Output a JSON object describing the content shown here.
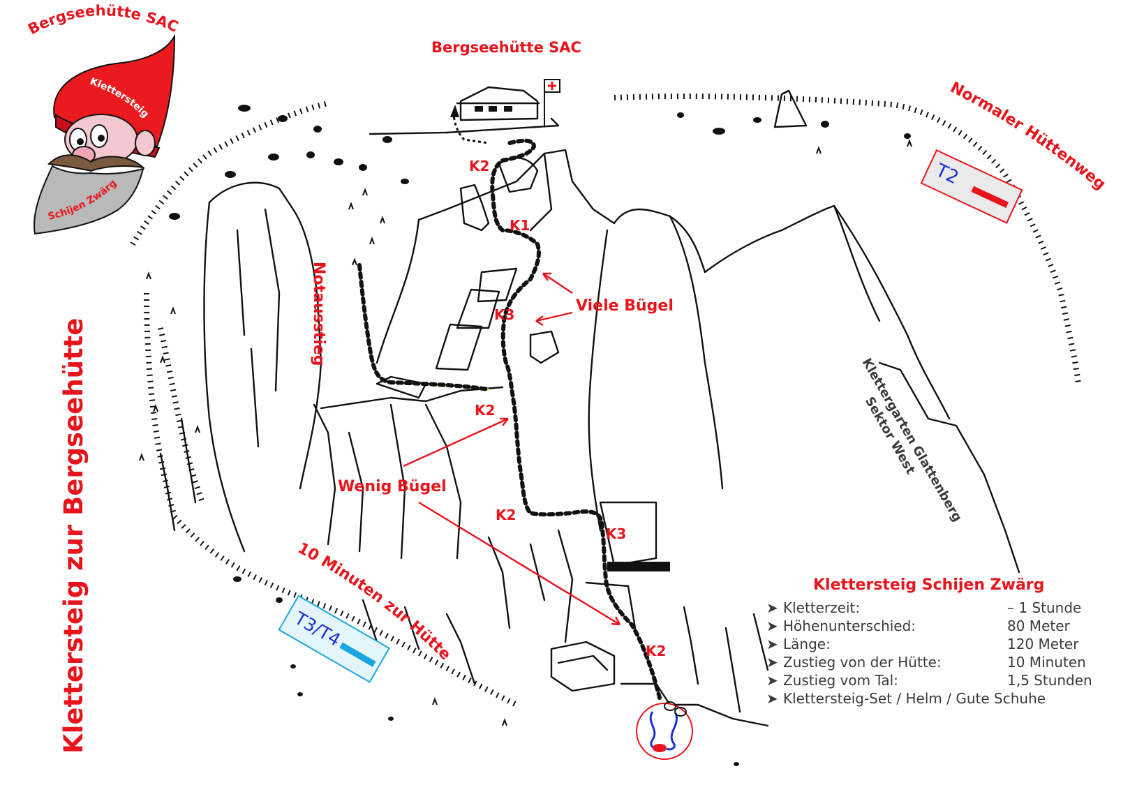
{
  "colors": {
    "accent_red": "#e8141b",
    "ink": "#111111",
    "info_text": "#3a3a3a",
    "blue": "#1a2fd6",
    "cyan": "#1aa7e0",
    "emergency_yellow": "#f2e200"
  },
  "gnome": {
    "arc_text": "Bergseehütte SAC",
    "hat_text": "Klettersteig",
    "beard_text": "Schijen Zwärg"
  },
  "hut_label": "Bergseehütte SAC",
  "vertical_title": "Klettersteig zur Bergseehütte",
  "normal_route_label": "Normaler Hüttenweg",
  "t2_badge": "T2",
  "t3t4_badge": "T3/T4",
  "ten_minutes_label": "10 Minuten zur Hütte",
  "emergency_exit_label": "Notausstieg",
  "crag_label_line1": "Klettergarten Glattenberg",
  "crag_label_line2": "Sektor West",
  "viele_buegel": "Viele Bügel",
  "wenig_buegel": "Wenig Bügel",
  "grades": {
    "k2_top": "K2",
    "k1": "K1",
    "k3_upper": "K3",
    "k2_mid": "K2",
    "k2_lower": "K2",
    "k3_lower": "K3",
    "k2_bottom": "K2"
  },
  "info": {
    "title": "Klettersteig Schijen Zwärg",
    "rows": [
      {
        "label": "Kletterzeit:",
        "value": "– 1 Stunde"
      },
      {
        "label": "Höhenunterschied:",
        "value": "80 Meter"
      },
      {
        "label": "Länge:",
        "value": "120 Meter"
      },
      {
        "label": "Zustieg von der Hütte:",
        "value": "10 Minuten"
      },
      {
        "label": "Zustieg vom Tal:",
        "value": "1,5 Stunden"
      },
      {
        "label": "Klettersteig-Set / Helm / Gute Schuhe",
        "value": ""
      }
    ]
  },
  "icons": {
    "gnome": "gnome-mascot-icon",
    "hut": "mountain-hut-icon",
    "flag": "swiss-flag-icon",
    "start": "via-ferrata-set-icon"
  }
}
